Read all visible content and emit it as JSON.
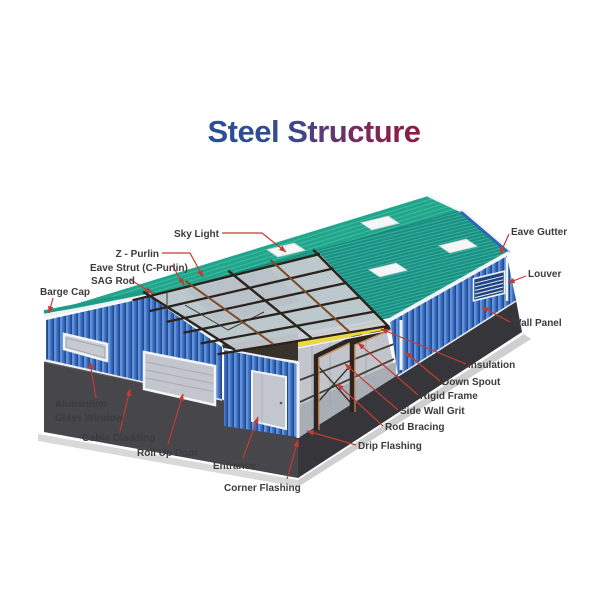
{
  "title": "Steel Structure",
  "diagram": {
    "name": "steel-structure-building-diagram",
    "labels": {
      "sky_light": "Sky Light",
      "z_purlin": "Z - Purlin",
      "eave_strut": "Eave Strut (C-Purlin)",
      "sag_rod": "SAG Rod",
      "barge_cap": "Barge Cap",
      "aluminium_glass_window_line1": "Aluminium",
      "aluminium_glass_window_line2": "Glass Window",
      "gable_cladding": "Gable Cladding",
      "roll_up_door": "Roll Up Door",
      "entrance": "Entrance",
      "corner_flashing": "Corner Flashing",
      "eave_gutter": "Eave Gutter",
      "louver": "Louver",
      "wall_panel": "Wall Panel",
      "insulation": "Insulation",
      "down_spout": "Down Spout",
      "rigid_frame": "Rigid Frame",
      "side_wall_grit": "Side Wall Grit",
      "rod_bracing": "Rod Bracing",
      "drip_flashing": "Drip Flashing"
    },
    "colors": {
      "title_gradient_start": "#2b4f95",
      "title_gradient_end": "#8e1a42",
      "roof_teal": "#1a8f82",
      "roof_far_teal": "#21a58b",
      "wall_blue": "#3a6cc0",
      "insulation_yellow": "#eed93d",
      "leader_red": "#c23b31",
      "base_dark": "#46464b",
      "label_text": "#3c3c3c",
      "frame_steel_dark": "#2b221c",
      "frame_flange_tan": "#d08a50"
    }
  }
}
